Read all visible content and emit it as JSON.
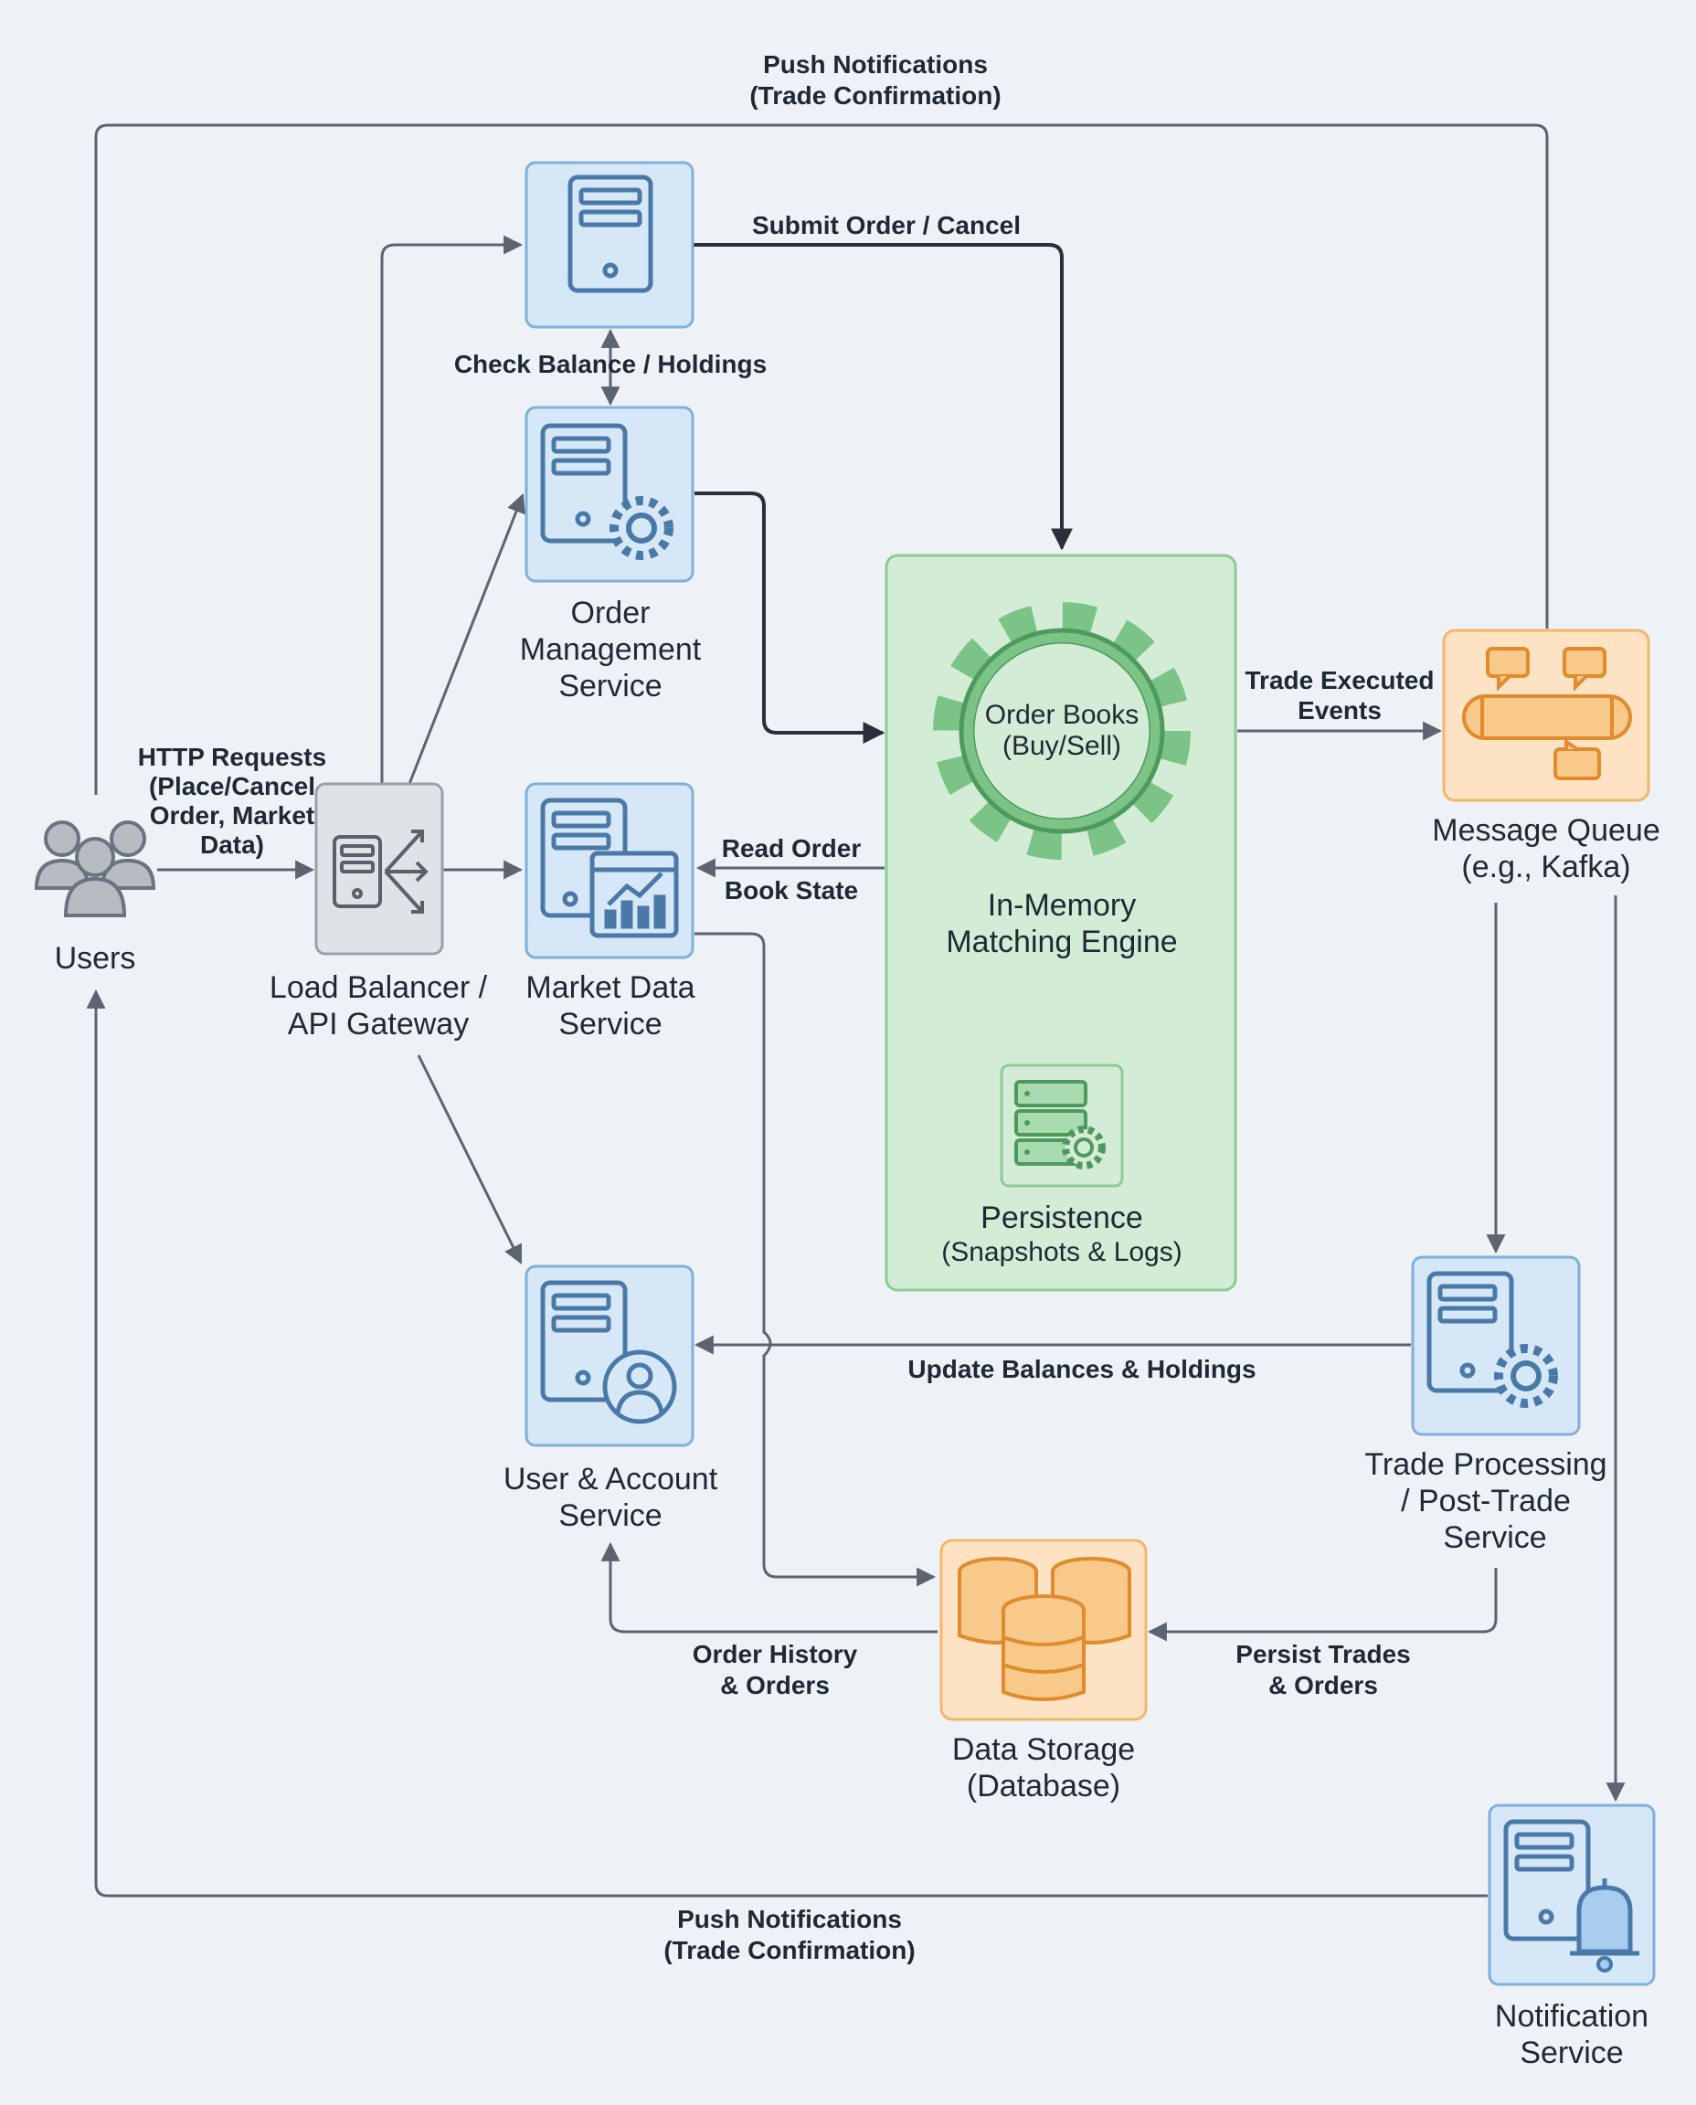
{
  "nodes": {
    "users": {
      "label": "Users"
    },
    "load_balancer": {
      "label_line1": "Load Balancer /",
      "label_line2": "API Gateway"
    },
    "order_management": {
      "label_line1": "Order",
      "label_line2": "Management",
      "label_line3": "Service"
    },
    "market_data": {
      "label_line1": "Market Data",
      "label_line2": "Service"
    },
    "matching_engine": {
      "label_line1": "In-Memory",
      "label_line2": "Matching Engine",
      "inner_line1": "Order Books",
      "inner_line2": "(Buy/Sell)"
    },
    "persistence": {
      "label_line1": "Persistence",
      "label_line2": "(Snapshots & Logs)"
    },
    "message_queue": {
      "label_line1": "Message Queue",
      "label_line2": "(e.g., Kafka)"
    },
    "trade_processing": {
      "label_line1": "Trade Processing",
      "label_line2": "/ Post-Trade",
      "label_line3": "Service"
    },
    "user_account": {
      "label_line1": "User & Account",
      "label_line2": "Service"
    },
    "data_storage": {
      "label_line1": "Data Storage",
      "label_line2": "(Database)"
    },
    "notification": {
      "label_line1": "Notification",
      "label_line2": "Service"
    }
  },
  "edges": {
    "push_top_line1": "Push Notifications",
    "push_top_line2": "(Trade Confirmation)",
    "submit_order": "Submit Order / Cancel",
    "check_balance": "Check Balance / Holdings",
    "http_line1": "HTTP Requests",
    "http_line2": "(Place/Cancel",
    "http_line3": "Order, Market",
    "http_line4": "Data)",
    "trade_exec_line1": "Trade Executed",
    "trade_exec_line2": "Events",
    "read_order_line1": "Read Order",
    "read_order_line2": "Book State",
    "update_balances": "Update Balances & Holdings",
    "order_history_line1": "Order History",
    "order_history_line2": "& Orders",
    "persist_trades_line1": "Persist Trades",
    "persist_trades_line2": "& Orders",
    "push_bottom_line1": "Push Notifications",
    "push_bottom_line2": "(Trade Confirmation)"
  },
  "colors": {
    "blue_fill": "#d6e8f7",
    "blue_stroke": "#7fb0dc",
    "blue_icon": "#4a79a8",
    "green_fill": "#d3ecd6",
    "green_stroke": "#8ccb95",
    "green_icon": "#4e9a5c",
    "orange_fill": "#fde3c4",
    "orange_stroke": "#f2b66c",
    "orange_icon": "#e08b2c",
    "gray_fill": "#dfe2e6",
    "gray_stroke": "#9aa1a9",
    "gray_icon": "#5a616a"
  }
}
